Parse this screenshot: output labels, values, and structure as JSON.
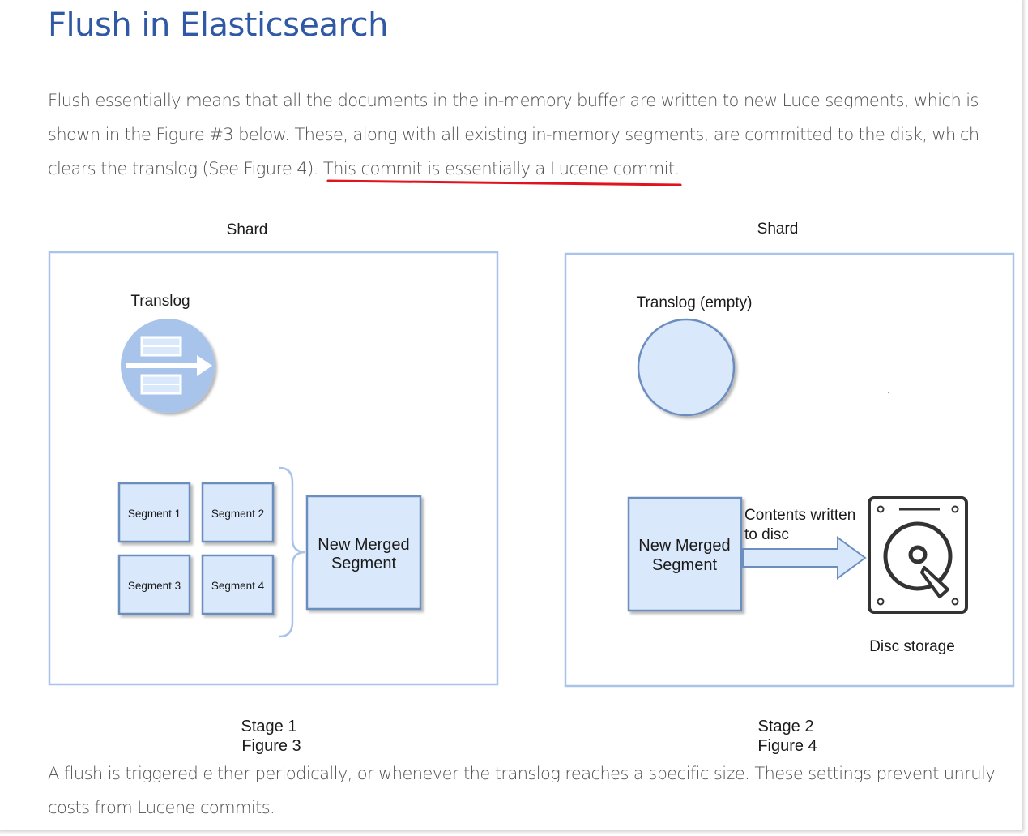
{
  "article": {
    "title": "Flush in Elasticsearch",
    "intro_text": "Flush essentially means that all the documents in the in-memory buffer are written to new Luce segments, which is shown in the Figure #3 below. These, along with all existing in-memory segments, are committed to the disk, which clears the translog (See Figure 4). ",
    "intro_highlight": "This commit is essentially a Lucene commit.",
    "outro_text": "A flush is triggered either periodically, or whenever the translog reaches a specific size. These settings prevent unruly costs from Lucene commits."
  },
  "figures": [
    {
      "shard_label": "Shard",
      "translog_label": "Translog",
      "segments": [
        "Segment 1",
        "Segment 2",
        "Segment 3",
        "Segment 4"
      ],
      "merged_line1": "New Merged",
      "merged_line2": "Segment",
      "stage": "Stage 1",
      "figure": "Figure 3"
    },
    {
      "shard_label": "Shard",
      "translog_label": "Translog (empty)",
      "merged_line1": "New Merged",
      "merged_line2": "Segment",
      "arrow_line1": "Contents written",
      "arrow_line2": "to disc",
      "disc_label": "Disc storage",
      "stage": "Stage 2",
      "figure": "Figure 4"
    }
  ],
  "colors": {
    "title": "#2f58a5",
    "shape_fill": "#dae8fc",
    "shape_stroke": "#6c8ebf",
    "highlight_underline": "#e0141e"
  }
}
